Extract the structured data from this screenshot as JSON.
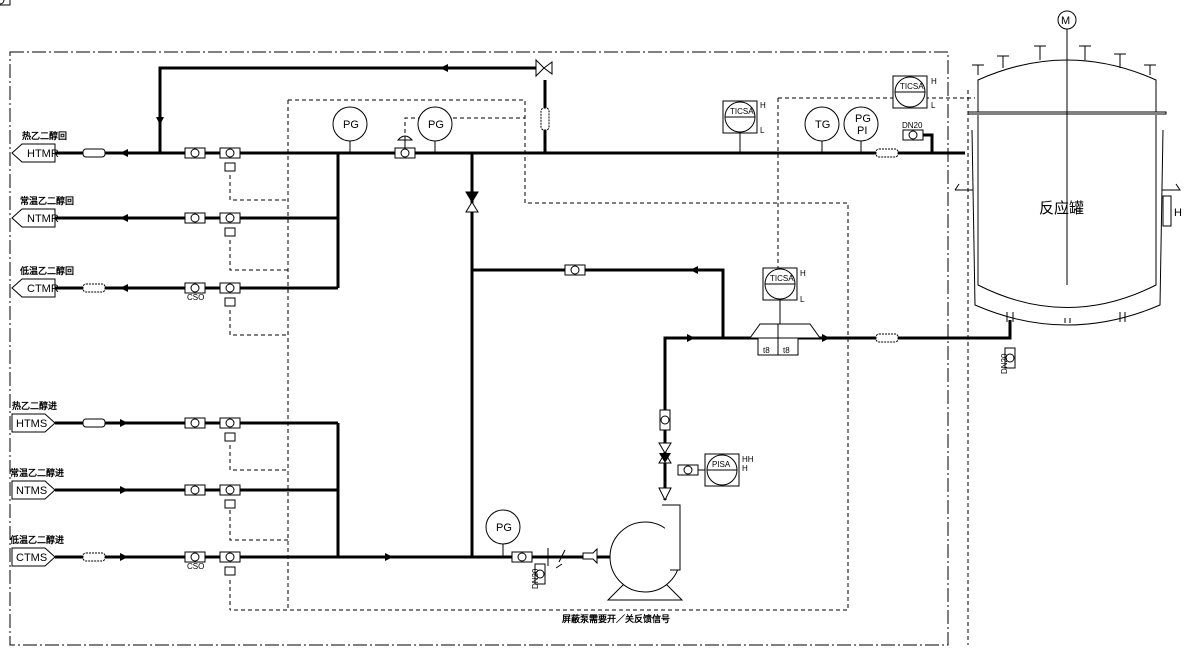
{
  "lines": [
    {
      "code": "HTMR",
      "name": "热乙二醇回"
    },
    {
      "code": "NTMR",
      "name": "常温乙二醇回"
    },
    {
      "code": "CTMR",
      "name": "低温乙二醇回"
    },
    {
      "code": "HTMS",
      "name": "热乙二醇进"
    },
    {
      "code": "NTMS",
      "name": "常温乙二醇进"
    },
    {
      "code": "CTMS",
      "name": "低温乙二醇进"
    }
  ],
  "instruments": {
    "pg": "PG",
    "pg_pi_top": "PG",
    "pg_pi_bottom": "PI",
    "tg": "TG",
    "ticsa": "TICSA",
    "pisa": "PISA",
    "h": "H",
    "l": "L",
    "hh": "HH",
    "cso": "CSO",
    "dn20": "DN20",
    "hx_left": "t8",
    "hx_right": "t8"
  },
  "reactor": {
    "label": "反应罐",
    "motor": "M",
    "level": "H"
  },
  "note": "屏蔽泵需要开／关反馈信号"
}
